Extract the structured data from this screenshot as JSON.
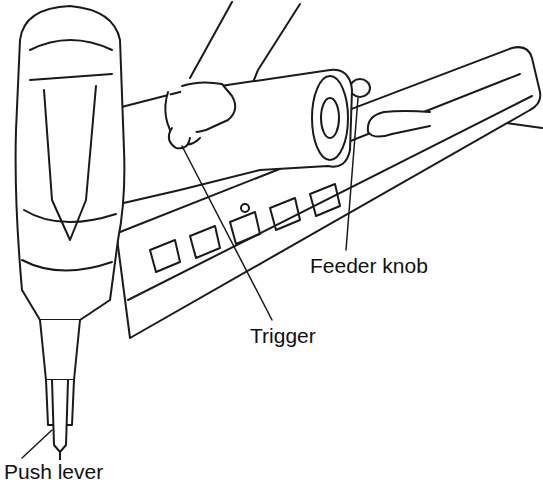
{
  "diagram": {
    "labels": [
      "Feeder knob",
      "Trigger",
      "Push lever"
    ]
  }
}
